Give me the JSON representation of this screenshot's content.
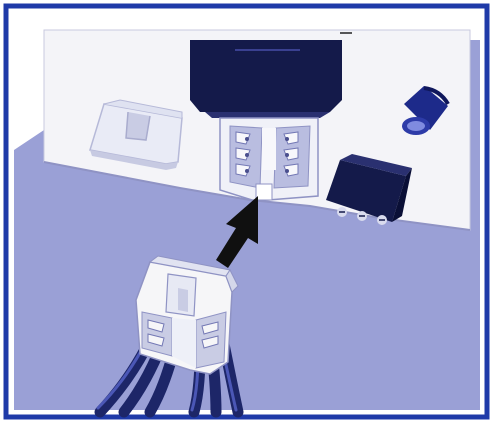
{
  "illustration": {
    "subject": "wire-harness-connector-insertion",
    "icons": [
      "circuit-board",
      "blade-fuse",
      "relay",
      "electrolytic-capacitor",
      "terminal-block",
      "header-socket",
      "harness-connector",
      "insert-arrow-icon"
    ],
    "colors": {
      "frame_border": "#1f3aa8",
      "background": "#9aa0d6",
      "board": "#f4f4f8",
      "dark_component": "#141a4a",
      "plastic": "#f6f6f8",
      "wire": "#1d2668",
      "arrow": "#101010"
    }
  }
}
